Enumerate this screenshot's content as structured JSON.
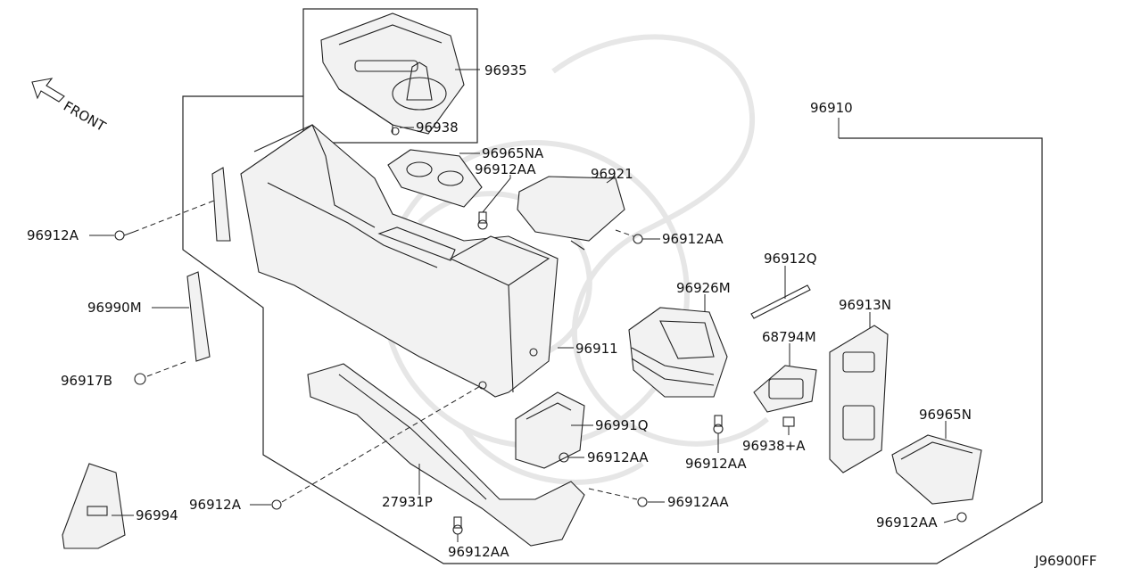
{
  "diagram_code": "J96900FF",
  "front_label": "FRONT",
  "callouts": {
    "c96935": "96935",
    "c96938": "96938",
    "c96910": "96910",
    "c96965NA": "96965NA",
    "c96912AA_top": "96912AA",
    "c96921": "96921",
    "c96912AA_lid": "96912AA",
    "c96912A_left": "96912A",
    "c96912Q": "96912Q",
    "c96926M": "96926M",
    "c96913N": "96913N",
    "c96990M": "96990M",
    "c68794M": "68794M",
    "c96911": "96911",
    "c96917B": "96917B",
    "c96991Q": "96991Q",
    "c96965N": "96965N",
    "c96912AA_bracket": "96912AA",
    "c96912AA_mid": "96912AA",
    "c96938A": "96938+A",
    "c96912A_bottom": "96912A",
    "c27931P": "27931P",
    "c96912AA_duct": "96912AA",
    "c96994": "96994",
    "c96912AA_right": "96912AA",
    "c96912AA_bottom": "96912AA"
  }
}
